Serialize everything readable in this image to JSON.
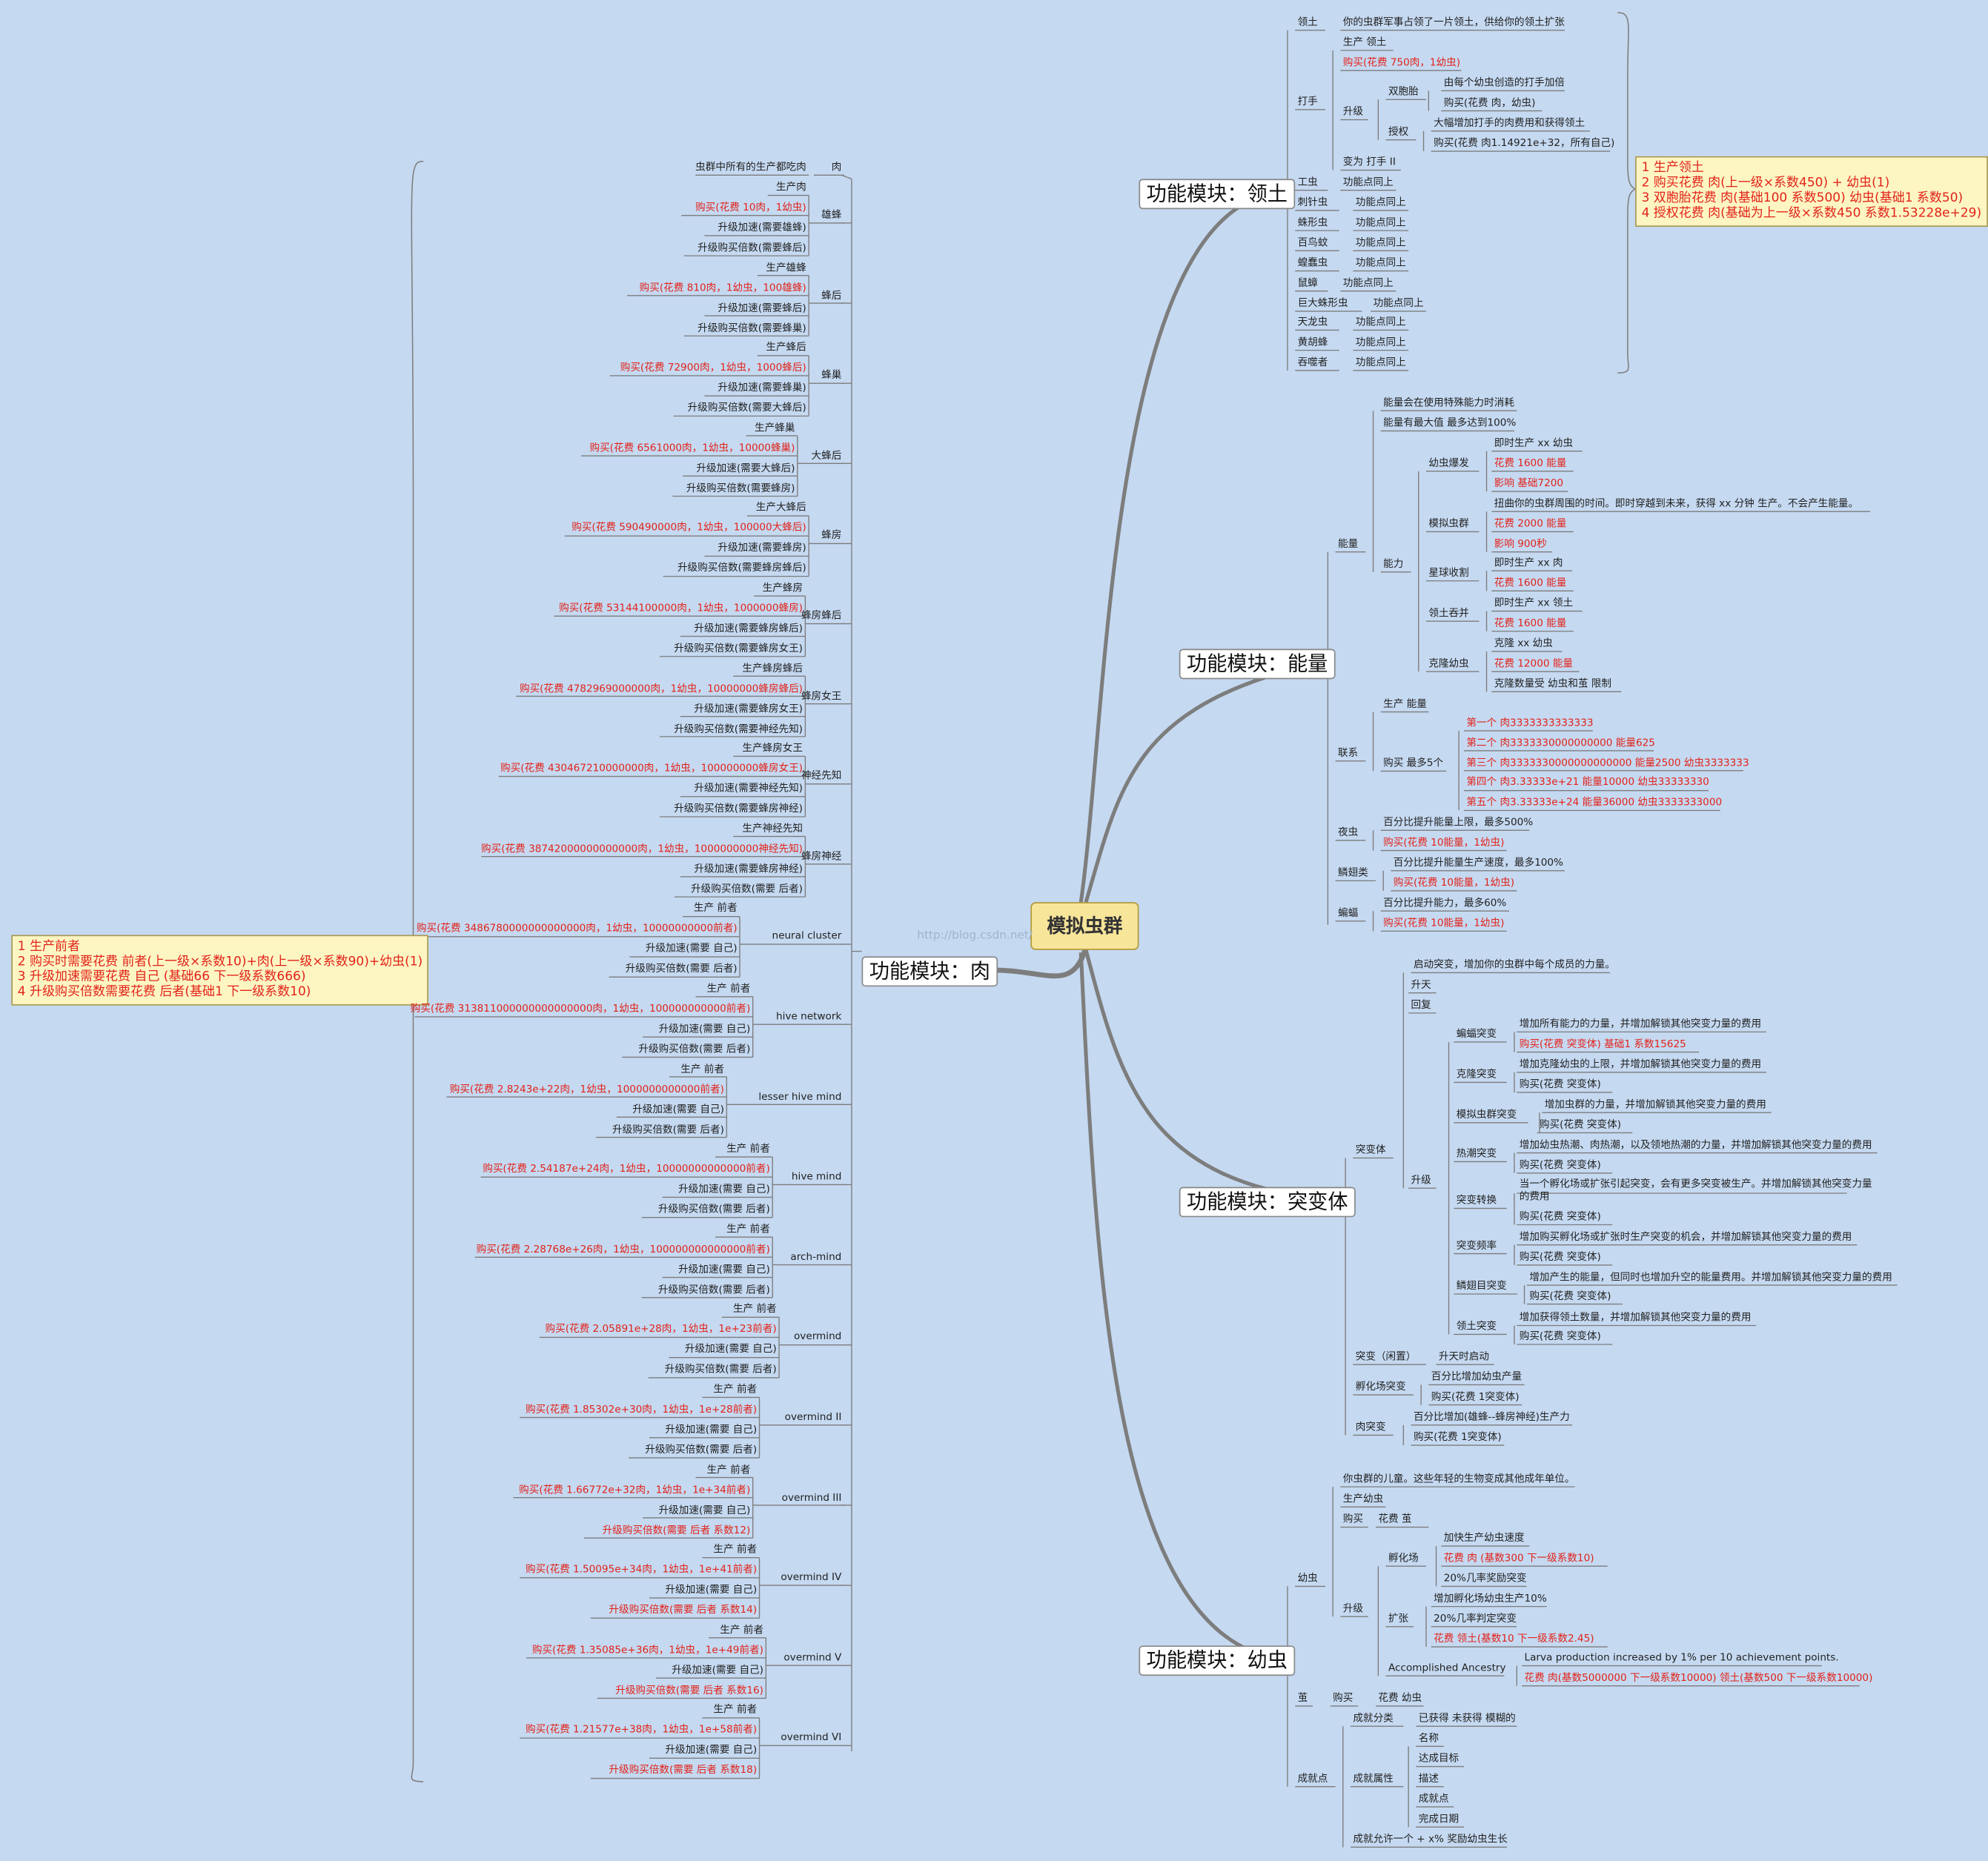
{
  "root": "模拟虫群",
  "watermark": "http://blog.csdn.net/",
  "branches": {
    "meat": "功能模块：肉",
    "territory": "功能模块：领土",
    "energy": "功能模块：能量",
    "mutation": "功能模块：突变体",
    "larva": "功能模块：幼虫"
  },
  "meat_note": [
    "1 生产前者",
    "2 购买时需要花费 前者(上一级×系数10)+肉(上一级×系数90)+幼虫(1)",
    "3 升级加速需要花费 自己 (基础66 下一级系数666)",
    "4 升级购买倍数需要花费 后者(基础1 下一级系数10)"
  ],
  "territory_note": [
    "1 生产领土",
    "2 购买花费 肉(上一级×系数450) + 幼虫(1)",
    "3 双胞胎花费 肉(基础100 系数500) 幼虫(基础1 系数50)",
    "4 授权花费 肉(基础为上一级×系数450 系数1.53228e+29)"
  ],
  "meat_tree": {
    "meat_top": "肉",
    "meat_top_desc": "虫群中所有的生产都吃肉",
    "units": [
      {
        "name": "雄蜂",
        "items": [
          "生产肉",
          "购买(花费 10肉，1幼虫)",
          "升级加速(需要雄蜂)",
          "升级购买倍数(需要蜂后)"
        ]
      },
      {
        "name": "蜂后",
        "items": [
          "生产雄蜂",
          "购买(花费 810肉，1幼虫，100雄蜂)",
          "升级加速(需要蜂后)",
          "升级购买倍数(需要蜂巢)"
        ]
      },
      {
        "name": "蜂巢",
        "items": [
          "生产蜂后",
          "购买(花费 72900肉，1幼虫，1000蜂后)",
          "升级加速(需要蜂巢)",
          "升级购买倍数(需要大蜂后)"
        ]
      },
      {
        "name": "大蜂后",
        "items": [
          "生产蜂巢",
          "购买(花费 6561000肉，1幼虫，10000蜂巢)",
          "升级加速(需要大蜂后)",
          "升级购买倍数(需要蜂房)"
        ]
      },
      {
        "name": "蜂房",
        "items": [
          "生产大蜂后",
          "购买(花费 590490000肉，1幼虫，100000大蜂后)",
          "升级加速(需要蜂房)",
          "升级购买倍数(需要蜂房蜂后)"
        ]
      },
      {
        "name": "蜂房蜂后",
        "items": [
          "生产蜂房",
          "购买(花费 53144100000肉，1幼虫，1000000蜂房)",
          "升级加速(需要蜂房蜂后)",
          "升级购买倍数(需要蜂房女王)"
        ]
      },
      {
        "name": "蜂房女王",
        "items": [
          "生产蜂房蜂后",
          "购买(花费 4782969000000肉，1幼虫，10000000蜂房蜂后)",
          "升级加速(需要蜂房女王)",
          "升级购买倍数(需要神经先知)"
        ]
      },
      {
        "name": "神经先知",
        "items": [
          "生产蜂房女王",
          "购买(花费 430467210000000肉，1幼虫，100000000蜂房女王)",
          "升级加速(需要神经先知)",
          "升级购买倍数(需要蜂房神经)"
        ]
      },
      {
        "name": "蜂房神经",
        "items": [
          "生产神经先知",
          "购买(花费 38742000000000000肉，1幼虫，1000000000神经先知)",
          "升级加速(需要蜂房神经)",
          "升级购买倍数(需要 后者)"
        ]
      },
      {
        "name": "neural cluster",
        "items": [
          "生产 前者",
          "购买(花费 3486780000000000000肉，1幼虫，10000000000前者)",
          "升级加速(需要 自己)",
          "升级购买倍数(需要 后者)"
        ]
      },
      {
        "name": "hive network",
        "items": [
          "生产 前者",
          "购买(花费 313811000000000000000肉，1幼虫，100000000000前者)",
          "升级加速(需要 自己)",
          "升级购买倍数(需要 后者)"
        ]
      },
      {
        "name": "lesser hive mind",
        "items": [
          "生产 前者",
          "购买(花费 2.8243e+22肉，1幼虫，1000000000000前者)",
          "升级加速(需要 自己)",
          "升级购买倍数(需要 后者)"
        ]
      },
      {
        "name": "hive mind",
        "items": [
          "生产 前者",
          "购买(花费 2.54187e+24肉，1幼虫，10000000000000前者)",
          "升级加速(需要 自己)",
          "升级购买倍数(需要 后者)"
        ]
      },
      {
        "name": "arch-mind",
        "items": [
          "生产 前者",
          "购买(花费 2.28768e+26肉，1幼虫，100000000000000前者)",
          "升级加速(需要 自己)",
          "升级购买倍数(需要 后者)"
        ]
      },
      {
        "name": "overmind",
        "items": [
          "生产 前者",
          "购买(花费 2.05891e+28肉，1幼虫，1e+23前者)",
          "升级加速(需要 自己)",
          "升级购买倍数(需要 后者)"
        ]
      },
      {
        "name": "overmind II",
        "items": [
          "生产 前者",
          "购买(花费 1.85302e+30肉，1幼虫，1e+28前者)",
          "升级加速(需要 自己)",
          "升级购买倍数(需要 后者)"
        ]
      },
      {
        "name": "overmind III",
        "items": [
          "生产 前者",
          "购买(花费 1.66772e+32肉，1幼虫，1e+34前者)",
          "升级加速(需要 自己)",
          "升级购买倍数(需要 后者 系数12)"
        ]
      },
      {
        "name": "overmind IV",
        "items": [
          "生产 前者",
          "购买(花费 1.50095e+34肉，1幼虫，1e+41前者)",
          "升级加速(需要 自己)",
          "升级购买倍数(需要 后者 系数14)"
        ]
      },
      {
        "name": "overmind V",
        "items": [
          "生产 前者",
          "购买(花费 1.35085e+36肉，1幼虫，1e+49前者)",
          "升级加速(需要 自己)",
          "升级购买倍数(需要 后者 系数16)"
        ]
      },
      {
        "name": "overmind VI",
        "items": [
          "生产 前者",
          "购买(花费 1.21577e+38肉，1幼虫，1e+58前者)",
          "升级加速(需要 自己)",
          "升级购买倍数(需要 后者 系数18)"
        ]
      }
    ]
  },
  "territory_tree": {
    "lingtu": "领土",
    "lingtu_desc": "你的虫群军事占领了一片领土，供给你的领土扩张",
    "dashou": "打手",
    "dashou_produce": "生产 领土",
    "dashou_buy": "购买(花费 750肉，1幼虫)",
    "shengji": "升级",
    "shuangbaotai": "双胞胎",
    "shuangbaotai_desc": "由每个幼虫创造的打手加倍",
    "shuangbaotai_buy": "购买(花费 肉，幼虫)",
    "shouquan": "授权",
    "shouquan_desc": "大幅增加打手的肉费用和获得领土",
    "shouquan_buy": "购买(花费 肉1.14921e+32，所有自己)",
    "bianwei": "变为 打手 II",
    "others": [
      {
        "name": "工虫",
        "desc": "功能点同上"
      },
      {
        "name": "刺针虫",
        "desc": "功能点同上"
      },
      {
        "name": "蛛形虫",
        "desc": "功能点同上"
      },
      {
        "name": "百鸟蚊",
        "desc": "功能点同上"
      },
      {
        "name": "蝗蠢虫",
        "desc": "功能点同上"
      },
      {
        "name": "鼠蟑",
        "desc": "功能点同上"
      },
      {
        "name": "巨大蛛形虫",
        "desc": "功能点同上"
      },
      {
        "name": "天龙虫",
        "desc": "功能点同上"
      },
      {
        "name": "黄胡蜂",
        "desc": "功能点同上"
      },
      {
        "name": "吞噬者",
        "desc": "功能点同上"
      }
    ]
  },
  "energy_tree": {
    "nengliang": "能量",
    "consume": "能量会在使用特殊能力时消耗",
    "max": "能量有最大值 最多达到100%",
    "nengli": "能力",
    "abilities": [
      {
        "name": "幼虫爆发",
        "items": [
          {
            "text": "即时生产 xx 幼虫",
            "red": false
          },
          {
            "text": "花费 1600 能量",
            "red": true
          },
          {
            "text": "影响 基础7200",
            "red": true
          }
        ]
      },
      {
        "name": "模拟虫群",
        "items": [
          {
            "text": "扭曲你的虫群周围的时间。即时穿越到未来，获得 xx 分钟 生产。不会产生能量。",
            "red": false
          },
          {
            "text": "花费 2000 能量",
            "red": true
          },
          {
            "text": "影响 900秒",
            "red": true
          }
        ]
      },
      {
        "name": "星球收割",
        "items": [
          {
            "text": "即时生产 xx 肉",
            "red": false
          },
          {
            "text": "花费 1600 能量",
            "red": true
          }
        ]
      },
      {
        "name": "领土吞并",
        "items": [
          {
            "text": "即时生产 xx 领土",
            "red": false
          },
          {
            "text": "花费 1600 能量",
            "red": true
          }
        ]
      },
      {
        "name": "克隆幼虫",
        "items": [
          {
            "text": "克隆 xx 幼虫",
            "red": false
          },
          {
            "text": "花费 12000 能量",
            "red": true
          },
          {
            "text": "克隆数量受 幼虫和茧 限制",
            "red": false
          }
        ]
      }
    ],
    "lianhong": "联系",
    "lianhong_produce": "生产 能量",
    "lianhong_buy": "购买 最多5个",
    "buy_list": [
      "第一个 肉3333333333333",
      "第二个 肉3333330000000000 能量625",
      "第三个 肉3333330000000000000 能量2500 幼虫3333333",
      "第四个 肉3.33333e+21 能量10000 幼虫33333330",
      "第五个 肉3.33333e+24 能量36000 幼虫3333333000"
    ],
    "yechong": "夜虫",
    "yechong_desc": "百分比提升能量上限，最多500%",
    "yechong_buy": "购买(花费 10能量，1幼虫)",
    "lieduanlei": "鳞翅类",
    "lieduanlei_desc": "百分比提升能量生产速度，最多100%",
    "lieduanlei_buy": "购买(花费 10能量，1幼虫)",
    "bianfu": "蝙蝠",
    "bianfu_desc": "百分比提升能力，最多60%",
    "bianfu_buy": "购买(花费 10能量，1幼虫)"
  },
  "mutation_tree": {
    "tubianti": "突变体",
    "start": "启动突变，增加你的虫群中每个成员的力量。",
    "shengtian": "升天",
    "huifu": "回复",
    "shengji": "升级",
    "upgrades": [
      {
        "name": "蝙蝠突变",
        "desc": "增加所有能力的力量，并增加解锁其他突变力量的费用",
        "buy": "购买(花费 突变体) 基础1 系数15625",
        "red": true
      },
      {
        "name": "克隆突变",
        "desc": "增加克隆幼虫的上限，并增加解锁其他突变力量的费用",
        "buy": "购买(花费 突变体)",
        "red": false
      },
      {
        "name": "模拟虫群突变",
        "desc": "增加虫群的力量，并增加解锁其他突变力量的费用",
        "buy": "购买(花费 突变体)",
        "red": false
      },
      {
        "name": "热潮突变",
        "desc": "增加幼虫热潮、肉热潮，以及领地热潮的力量，并增加解锁其他突变力量的费用",
        "buy": "购买(花费 突变体)",
        "red": false
      },
      {
        "name": "突变转换",
        "desc": "当一个孵化场或扩张引起突变，会有更多突变被生产。并增加解锁其他突变力量的费用",
        "buy": "购买(花费 突变体)",
        "red": false
      },
      {
        "name": "突变频率",
        "desc": "增加购买孵化场或扩张时生产突变的机会，并增加解锁其他突变力量的费用",
        "buy": "购买(花费 突变体)",
        "red": false
      },
      {
        "name": "鳞翅目突变",
        "desc": "增加产生的能量，但同时也增加升空的能量费用。并增加解锁其他突变力量的费用",
        "buy": "购买(花费 突变体)",
        "red": false
      },
      {
        "name": "领土突变",
        "desc": "增加获得领土数量，并增加解锁其他突变力量的费用",
        "buy": "购买(花费 突变体)",
        "red": false
      }
    ],
    "idle": "突变（闲置）",
    "idle_desc": "升天时启动",
    "hatch": "孵化场突变",
    "hatch_desc": "百分比增加幼虫产量",
    "hatch_buy": "购买(花费 1突变体)",
    "meat": "肉突变",
    "meat_desc": "百分比增加(雄蜂--蜂房神经)生产力",
    "meat_buy": "购买(花费 1突变体)"
  },
  "larva_tree": {
    "youchong": "幼虫",
    "desc": "你虫群的儿童。这些年轻的生物变成其他成年单位。",
    "produce": "生产幼虫",
    "goumai": "购买",
    "buy_cost": "花费 茧",
    "shengji": "升级",
    "fuhuachang": "孵化场",
    "fuhua_items": [
      {
        "text": "加快生产幼虫速度",
        "red": false
      },
      {
        "text": "花费 肉 (基数300 下一级系数10)",
        "red": true
      },
      {
        "text": "20%几率奖励突变",
        "red": false
      }
    ],
    "kuozhang": "扩张",
    "kuozhang_items": [
      {
        "text": "增加孵化场幼虫生产10%",
        "red": false
      },
      {
        "text": "20%几率判定突变",
        "red": false
      },
      {
        "text": "花费 领土(基数10 下一级系数2.45)",
        "red": true
      }
    ],
    "ancestry": "Accomplished Ancestry",
    "ancestry_desc": "Larva production increased by 1% per 10 achievement points.",
    "ancestry_cost": "花费 肉(基数5000000 下一级系数10000) 领土(基数500 下一级系数10000)",
    "jian": "茧",
    "jian_buy": "购买",
    "jian_cost": "花费 幼虫",
    "chengjiudian": "成就点",
    "fenlei": "成就分类",
    "fenlei_desc": "已获得 未获得 模糊的",
    "shuxing": "成就属性",
    "shuxing_items": [
      "名称",
      "达成目标",
      "描述",
      "成就点",
      "完成日期"
    ],
    "yunxu": "成就允许一个 + x% 奖励幼虫生长"
  }
}
